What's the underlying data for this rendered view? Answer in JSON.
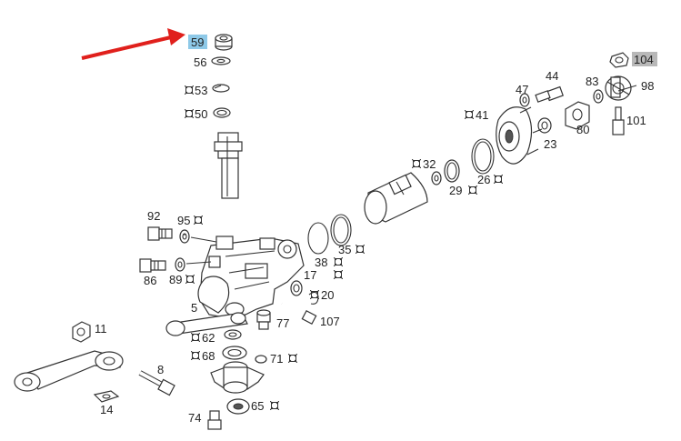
{
  "labels": {
    "p59": "59",
    "p56": "56",
    "p53": "53",
    "p50": "50",
    "p104": "104",
    "p44": "44",
    "p47": "47",
    "p83": "83",
    "p98": "98",
    "p41": "41",
    "p80": "80",
    "p101": "101",
    "p23": "23",
    "p32": "32",
    "p29": "29",
    "p26": "26",
    "p92": "92",
    "p95": "95",
    "p86": "86",
    "p89": "89",
    "p35": "35",
    "p38": "38",
    "p17": "17",
    "p20": "20",
    "p5": "5",
    "p77": "77",
    "p107": "107",
    "p11": "11",
    "p62": "62",
    "p68": "68",
    "p71": "71",
    "p8": "8",
    "p14": "14",
    "p65": "65",
    "p74": "74"
  },
  "colors": {
    "highlight_selected": "#8ec9e8",
    "highlight_secondary": "#b8b8b8",
    "pointer_arrow": "#e0201c",
    "line_art": "#333333"
  },
  "icons": {
    "pointer": "red-arrow-icon",
    "availability_mark": "square-mark-icon"
  }
}
